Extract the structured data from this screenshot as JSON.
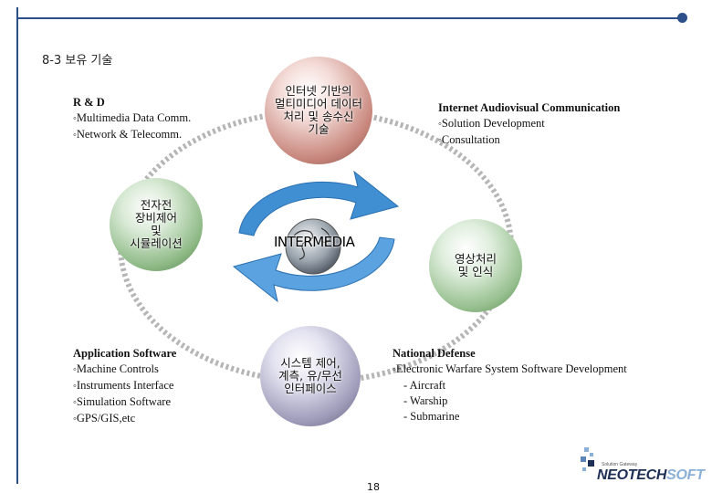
{
  "section_title": "8-3 보유 기술",
  "rd": {
    "heading": "R & D",
    "items": [
      "Multimedia Data Comm.",
      "Network & Telecomm."
    ]
  },
  "iac": {
    "heading": "Internet Audiovisual Communication",
    "items": [
      "Solution Development",
      "Consultation"
    ]
  },
  "app_sw": {
    "heading": "Application Software",
    "items": [
      "Machine Controls",
      "Instruments Interface",
      "Simulation Software",
      "GPS/GIS,etc"
    ]
  },
  "defense": {
    "heading": "National Defense",
    "item": "Electronic Warfare System Software Development",
    "subitems": [
      "- Aircraft",
      "- Warship",
      "- Submarine"
    ]
  },
  "spheres": {
    "top": [
      "인터넷 기반의",
      "멀티미디어 데이터",
      "처리 및 송수신",
      "기술"
    ],
    "left": [
      "전자전",
      "장비제어",
      "및",
      "시뮬레이션"
    ],
    "right": [
      "영상처리",
      "및 인식"
    ],
    "bottom": [
      "시스템 제어,",
      "계측, 유/무선",
      "인터페이스"
    ]
  },
  "center_label": "INTERMEDIA",
  "page_number": "18",
  "logo": {
    "tagline": "Solution Gateway",
    "name_main": "NEOTECH",
    "name_accent": "SOFT"
  },
  "colors": {
    "frame": "#2d4f8a",
    "arrow": "#3f8fd2",
    "logo_dark": "#1d2f55",
    "logo_light": "#8ab0d8"
  }
}
